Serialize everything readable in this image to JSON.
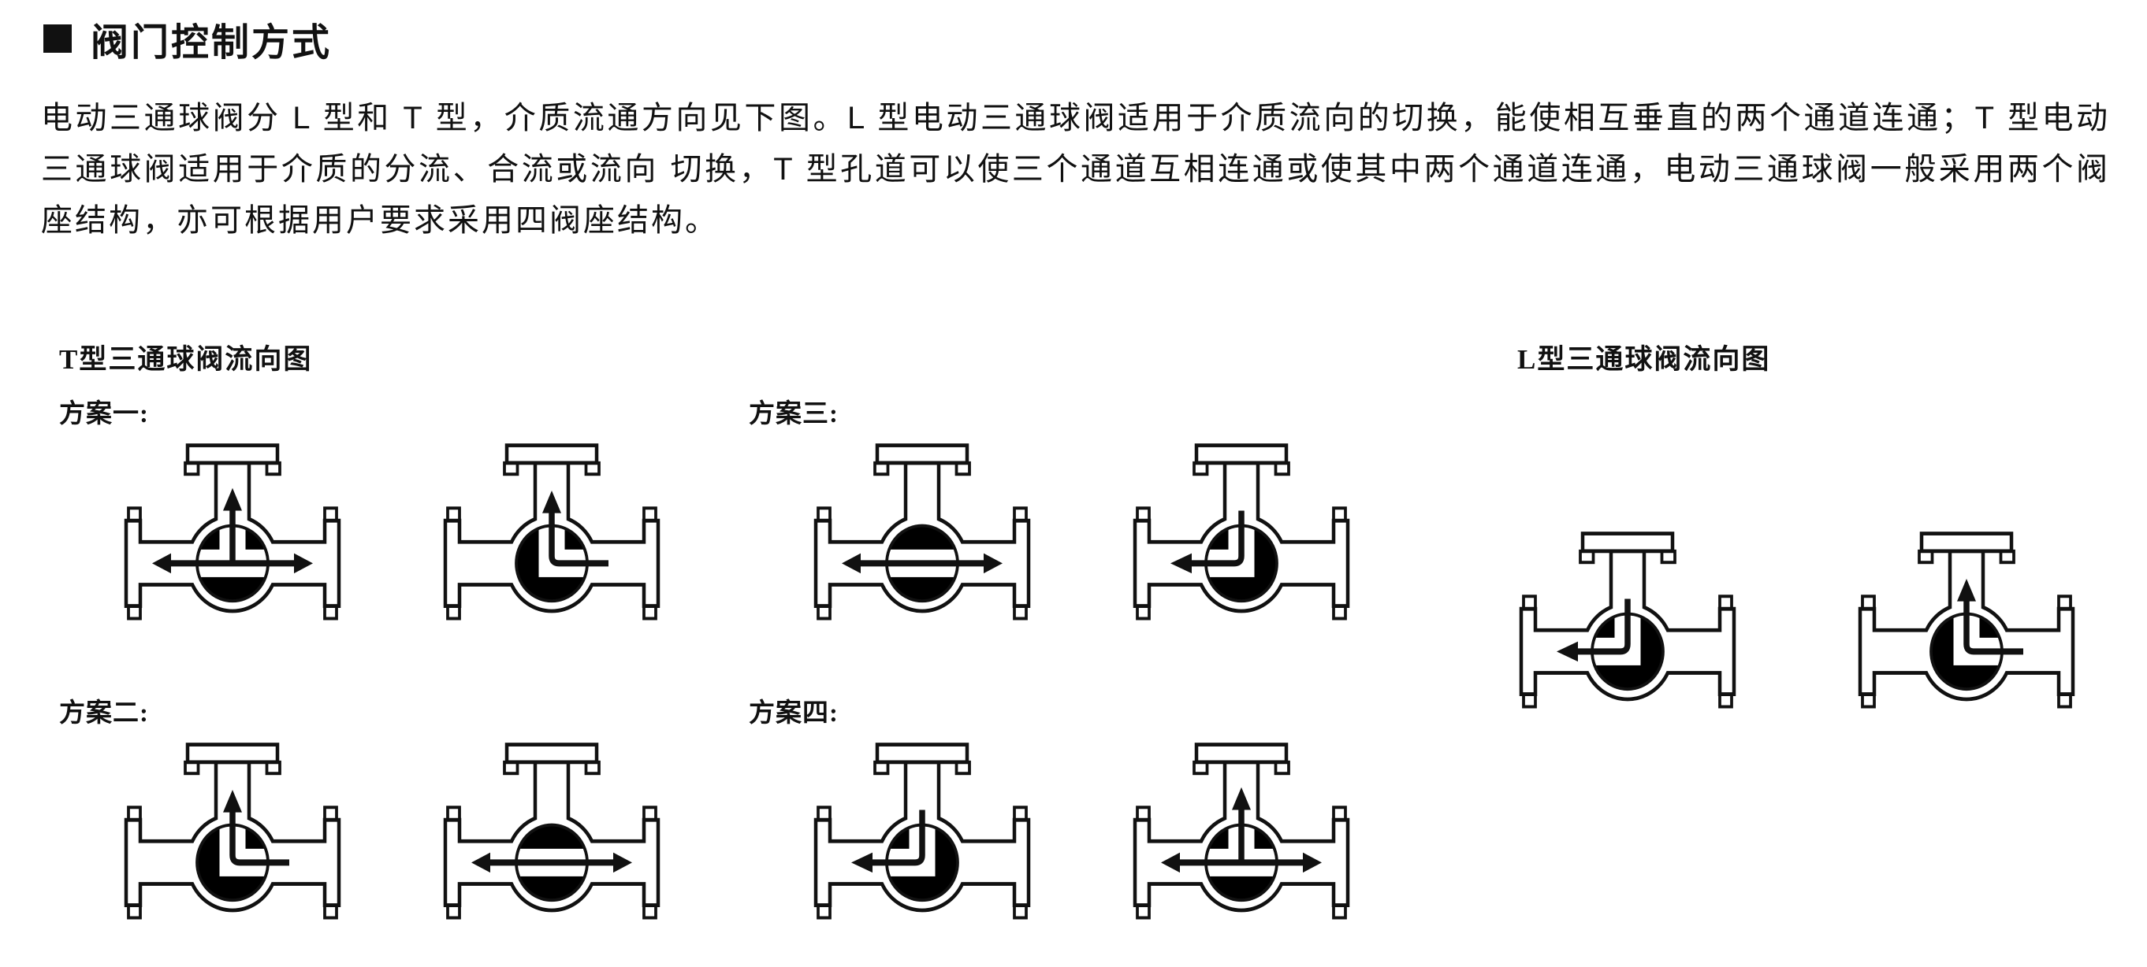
{
  "header": {
    "title": "阀门控制方式"
  },
  "intro": {
    "text": "电动三通球阀分 L 型和 T 型，介质流通方向见下图。L 型电动三通球阀适用于介质流向的切换，能使相互垂直的两个通道连通；T 型电动三通球阀适用于介质的分流、合流或流向 切换，T 型孔道可以使三个通道互相连通或使其中两个通道连通，电动三通球阀一般采用两个阀座结构，亦可根据用户要求采用四阀座结构。"
  },
  "t_section": {
    "title": "T型三通球阀流向图",
    "schemes": [
      {
        "label": "方案一:",
        "valves": [
          {
            "channel": "tee",
            "arrows": [
              "up",
              "h"
            ]
          },
          {
            "channel": "elbow-rt",
            "arrows": [
              "rt-up"
            ]
          }
        ]
      },
      {
        "label": "方案二:",
        "valves": [
          {
            "channel": "elbow-rt",
            "arrows": [
              "rt-up"
            ]
          },
          {
            "channel": "straight",
            "arrows": [
              "h"
            ]
          }
        ]
      },
      {
        "label": "方案三:",
        "valves": [
          {
            "channel": "straight",
            "arrows": [
              "h"
            ]
          },
          {
            "channel": "elbow-lt",
            "arrows": [
              "up-lt"
            ]
          }
        ]
      },
      {
        "label": "方案四:",
        "valves": [
          {
            "channel": "elbow-lt",
            "arrows": [
              "up-lt"
            ]
          },
          {
            "channel": "tee",
            "arrows": [
              "up",
              "h"
            ]
          }
        ]
      }
    ]
  },
  "l_section": {
    "title": "L型三通球阀流向图",
    "valves": [
      {
        "channel": "elbow-lt",
        "arrows": [
          "up-lt"
        ]
      },
      {
        "channel": "elbow-rt",
        "arrows": [
          "rt-up"
        ]
      }
    ]
  },
  "colors": {
    "ink": "#111111",
    "ball": "#000000",
    "background": "#ffffff"
  }
}
